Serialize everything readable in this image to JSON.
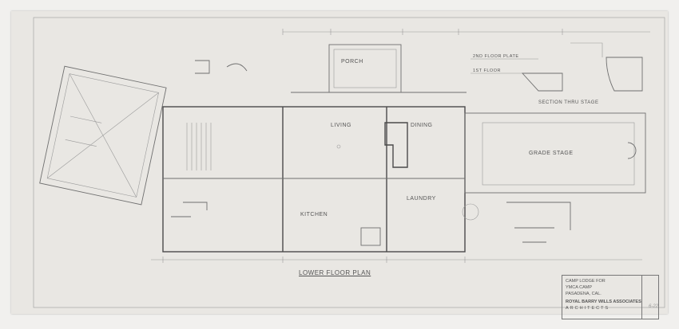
{
  "drawing": {
    "title": "LOWER FLOOR PLAN",
    "labels": {
      "porch": "PORCH",
      "living": "LIVING",
      "dining": "DINING",
      "kitchen": "KITCHEN",
      "laundry": "LAUNDRY",
      "grade_stage": "GRADE STAGE",
      "section": "SECTION THRU STAGE",
      "plate_level": "2ND FLOOR PLATE",
      "floor_level": "1ST FLOOR"
    }
  },
  "title_block": {
    "line1": "CAMP LODGE FOR",
    "line2": "YMCA CAMP",
    "line3": "PASADENA, CAL.",
    "line4": "ROYAL BARRY WILLS ASSOCIATES",
    "line5": "ARCHITECTS"
  },
  "corner_note": "6-22"
}
